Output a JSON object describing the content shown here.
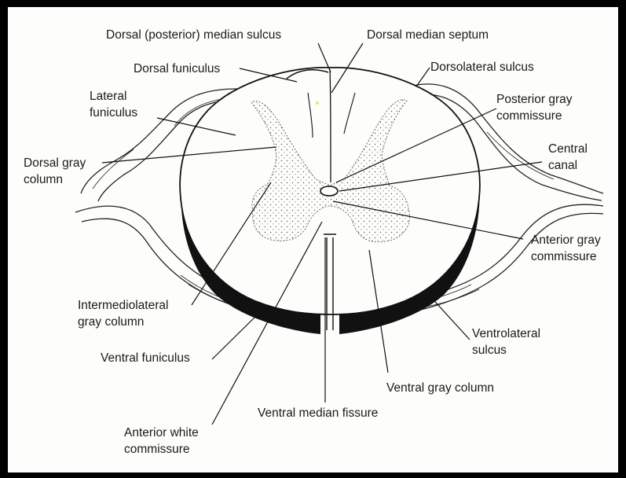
{
  "labels": {
    "dorsal_posterior_median_sulcus": "Dorsal (posterior) median sulcus",
    "dorsal_median_septum": "Dorsal median septum",
    "dorsal_funiculus": "Dorsal funiculus",
    "dorsolateral_sulcus": "Dorsolateral sulcus",
    "lateral_funiculus": [
      "Lateral",
      "funiculus"
    ],
    "posterior_gray_commissure": [
      "Posterior gray",
      "commissure"
    ],
    "dorsal_gray_column": [
      "Dorsal gray",
      "column"
    ],
    "central_canal": [
      "Central",
      "canal"
    ],
    "anterior_gray_commissure": [
      "Anterior gray",
      "commissure"
    ],
    "intermediolateral_gray_column": [
      "Intermediolateral",
      "gray column"
    ],
    "ventrolateral_sulcus": [
      "Ventrolateral",
      "sulcus"
    ],
    "ventral_funiculus": "Ventral funiculus",
    "ventral_gray_column": "Ventral gray column",
    "ventral_median_fissure": "Ventral median fissure",
    "anterior_white_commissure": [
      "Anterior white",
      "commissure"
    ]
  },
  "colors": {
    "ink": "#1a1a1a",
    "paper": "#fdfdfb",
    "frame": "#000000"
  }
}
